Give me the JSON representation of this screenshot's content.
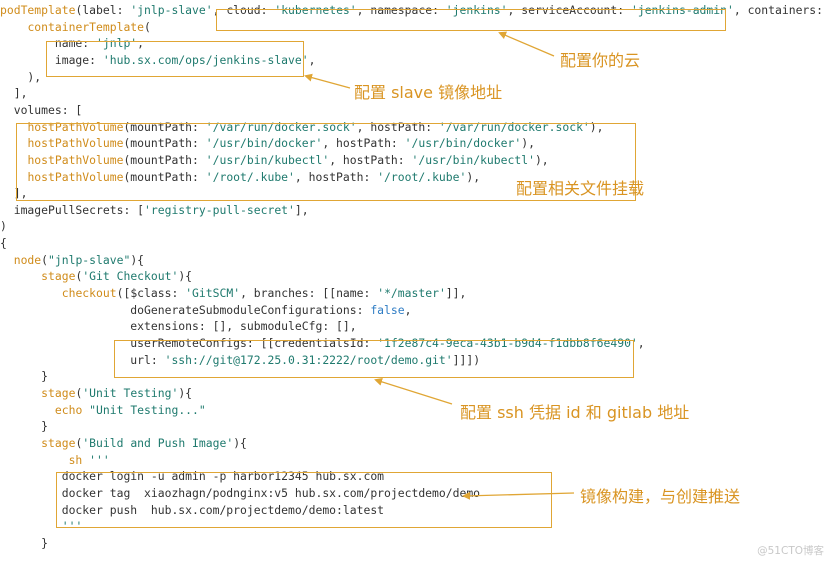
{
  "code_lines": [
    [
      [
        "fn",
        "podTemplate"
      ],
      [
        "plain",
        "(label: "
      ],
      [
        "str",
        "'jnlp-slave'"
      ],
      [
        "plain",
        ", cloud: "
      ],
      [
        "str",
        "'kubernetes'"
      ],
      [
        "plain",
        ", namespace: "
      ],
      [
        "str",
        "'jenkins'"
      ],
      [
        "plain",
        ", serviceAccount: "
      ],
      [
        "str",
        "'jenkins-admin'"
      ],
      [
        "plain",
        ", containers: ["
      ]
    ],
    [
      [
        "plain",
        "    "
      ],
      [
        "fn",
        "containerTemplate"
      ],
      [
        "plain",
        "("
      ]
    ],
    [
      [
        "plain",
        "        name: "
      ],
      [
        "str",
        "'jnlp'"
      ],
      [
        "plain",
        ","
      ]
    ],
    [
      [
        "plain",
        "        image: "
      ],
      [
        "str",
        "'hub.sx.com/ops/jenkins-slave'"
      ],
      [
        "plain",
        ","
      ]
    ],
    [
      [
        "plain",
        "    ),"
      ]
    ],
    [
      [
        "plain",
        "  ],"
      ]
    ],
    [
      [
        "plain",
        "  volumes: ["
      ]
    ],
    [
      [
        "plain",
        "    "
      ],
      [
        "fn",
        "hostPathVolume"
      ],
      [
        "plain",
        "(mountPath: "
      ],
      [
        "str",
        "'/var/run/docker.sock'"
      ],
      [
        "plain",
        ", hostPath: "
      ],
      [
        "str",
        "'/var/run/docker.sock'"
      ],
      [
        "plain",
        "),"
      ]
    ],
    [
      [
        "plain",
        "    "
      ],
      [
        "fn",
        "hostPathVolume"
      ],
      [
        "plain",
        "(mountPath: "
      ],
      [
        "str",
        "'/usr/bin/docker'"
      ],
      [
        "plain",
        ", hostPath: "
      ],
      [
        "str",
        "'/usr/bin/docker'"
      ],
      [
        "plain",
        "),"
      ]
    ],
    [
      [
        "plain",
        "    "
      ],
      [
        "fn",
        "hostPathVolume"
      ],
      [
        "plain",
        "(mountPath: "
      ],
      [
        "str",
        "'/usr/bin/kubectl'"
      ],
      [
        "plain",
        ", hostPath: "
      ],
      [
        "str",
        "'/usr/bin/kubectl'"
      ],
      [
        "plain",
        "),"
      ]
    ],
    [
      [
        "plain",
        "    "
      ],
      [
        "fn",
        "hostPathVolume"
      ],
      [
        "plain",
        "(mountPath: "
      ],
      [
        "str",
        "'/root/.kube'"
      ],
      [
        "plain",
        ", hostPath: "
      ],
      [
        "str",
        "'/root/.kube'"
      ],
      [
        "plain",
        "),"
      ]
    ],
    [
      [
        "plain",
        "  ],"
      ]
    ],
    [
      [
        "plain",
        "  imagePullSecrets: ["
      ],
      [
        "str",
        "'registry-pull-secret'"
      ],
      [
        "plain",
        "],"
      ]
    ],
    [
      [
        "plain",
        ")"
      ]
    ],
    [
      [
        "plain",
        "{"
      ]
    ],
    [
      [
        "plain",
        "  "
      ],
      [
        "fn",
        "node"
      ],
      [
        "plain",
        "("
      ],
      [
        "str",
        "\"jnlp-slave\""
      ],
      [
        "plain",
        "){"
      ]
    ],
    [
      [
        "plain",
        "      "
      ],
      [
        "fn",
        "stage"
      ],
      [
        "plain",
        "("
      ],
      [
        "str",
        "'Git Checkout'"
      ],
      [
        "plain",
        "){"
      ]
    ],
    [
      [
        "plain",
        "         "
      ],
      [
        "fn",
        "checkout"
      ],
      [
        "plain",
        "([$class: "
      ],
      [
        "str",
        "'GitSCM'"
      ],
      [
        "plain",
        ", branches: [[name: "
      ],
      [
        "str",
        "'*/master'"
      ],
      [
        "plain",
        "]],"
      ]
    ],
    [
      [
        "plain",
        "                   doGenerateSubmoduleConfigurations: "
      ],
      [
        "kw",
        "false"
      ],
      [
        "plain",
        ","
      ]
    ],
    [
      [
        "plain",
        "                   extensions: [], submoduleCfg: [],"
      ]
    ],
    [
      [
        "plain",
        "                   userRemoteConfigs: [[credentialsId: "
      ],
      [
        "str",
        "'1f2e87c4-9eca-43b1-b9d4-f1dbb8f6e490'"
      ],
      [
        "plain",
        ","
      ]
    ],
    [
      [
        "plain",
        "                   url: "
      ],
      [
        "str",
        "'ssh://git@172.25.0.31:2222/root/demo.git'"
      ],
      [
        "plain",
        "]]])"
      ]
    ],
    [
      [
        "plain",
        "      }"
      ]
    ],
    [
      [
        "plain",
        "      "
      ],
      [
        "fn",
        "stage"
      ],
      [
        "plain",
        "("
      ],
      [
        "str",
        "'Unit Testing'"
      ],
      [
        "plain",
        "){"
      ]
    ],
    [
      [
        "plain",
        "        "
      ],
      [
        "fn",
        "echo"
      ],
      [
        "plain",
        " "
      ],
      [
        "str",
        "\"Unit Testing...\""
      ]
    ],
    [
      [
        "plain",
        "      }"
      ]
    ],
    [
      [
        "plain",
        "      "
      ],
      [
        "fn",
        "stage"
      ],
      [
        "plain",
        "("
      ],
      [
        "str",
        "'Build and Push Image'"
      ],
      [
        "plain",
        "){"
      ]
    ],
    [
      [
        "plain",
        "          "
      ],
      [
        "fn",
        "sh"
      ],
      [
        "plain",
        " "
      ],
      [
        "str",
        "'''"
      ]
    ],
    [
      [
        "plain",
        "         docker login -u admin -p harbor12345 hub.sx.com"
      ]
    ],
    [
      [
        "plain",
        "         docker tag  xiaozhagn/podnginx:v5 hub.sx.com/projectdemo/demo"
      ]
    ],
    [
      [
        "plain",
        "         docker push  hub.sx.com/projectdemo/demo:latest"
      ]
    ],
    [
      [
        "plain",
        "         "
      ],
      [
        "str",
        "'''"
      ]
    ],
    [
      [
        "plain",
        "      }"
      ]
    ]
  ],
  "callouts": {
    "cloud": "配置你的云",
    "slave_image": "配置 slave 镜像地址",
    "volumes": "配置相关文件挂载",
    "ssh": "配置 ssh 凭据 id 和 gitlab 地址",
    "build": "镜像构建，与创建推送"
  },
  "watermark": "@51CTO博客",
  "colors": {
    "callout": "#d99422",
    "box": "#e0a635",
    "function": "#d08c1b",
    "string": "#1f7a6e",
    "keyword": "#2e7cc4",
    "text": "#333333"
  }
}
